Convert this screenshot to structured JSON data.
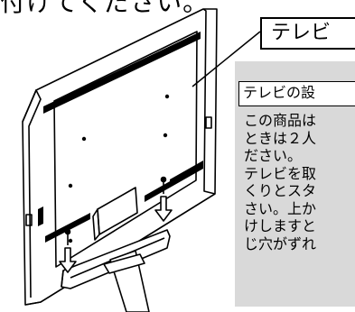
{
  "heading": "付けてください。",
  "callout_label": "テレビ",
  "info": {
    "title": "テレビの設",
    "lines": [
      "この商品は",
      "ときは２人",
      "ださい。",
      "テレビを取",
      "くりとスタ",
      "さい。上か",
      "けしますと",
      "じ穴がずれ"
    ]
  }
}
